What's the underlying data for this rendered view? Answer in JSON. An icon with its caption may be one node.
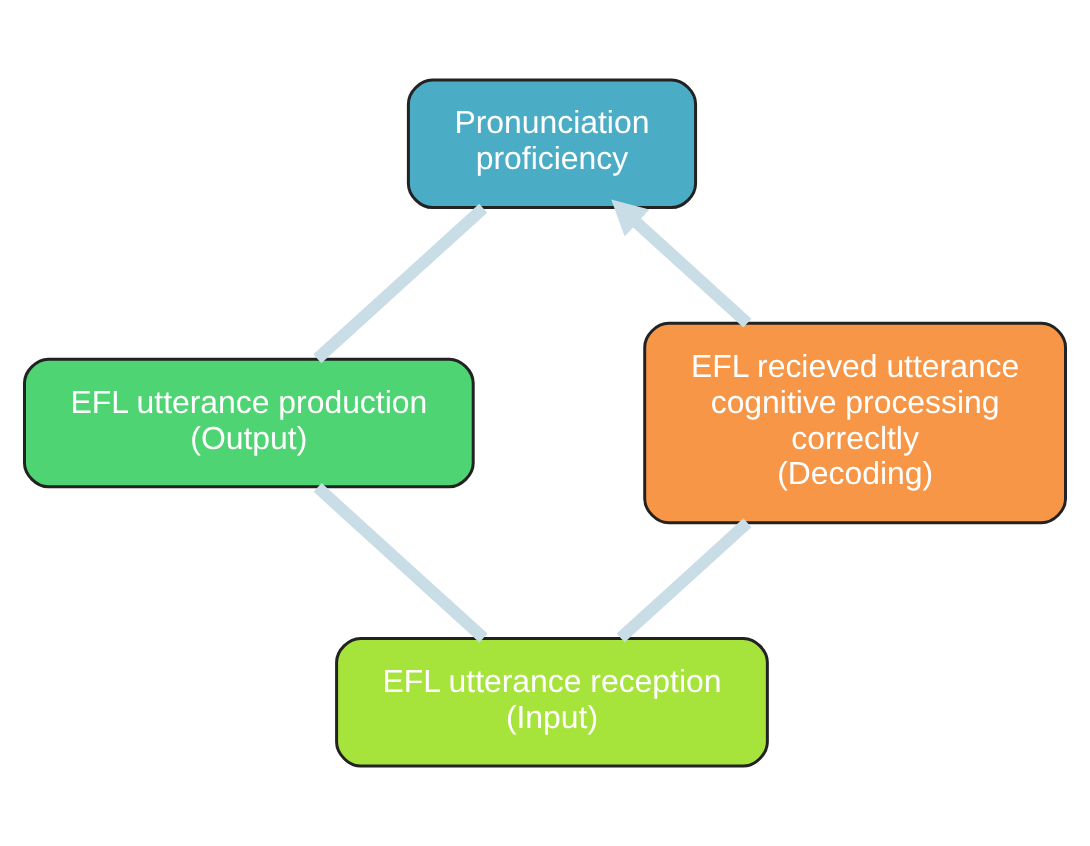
{
  "diagram": {
    "nodes": [
      {
        "text": [
          "Pronunciation proficiency"
        ]
      },
      {
        "text": [
          "EFL recieved utterance cognitive processing correcltly",
          "(Decoding)"
        ]
      },
      {
        "text": [
          "EFL utterance production",
          "(Output)"
        ]
      },
      {
        "text": [
          "EFL utterance reception",
          "(Input)"
        ]
      }
    ],
    "edges": [
      {
        "from": 0,
        "to": 2,
        "arrow": "none"
      },
      {
        "from": 2,
        "to": 3,
        "arrow": "none"
      },
      {
        "from": 3,
        "to": 1,
        "arrow": "none"
      },
      {
        "from": 1,
        "to": 0,
        "arrow": "to"
      }
    ]
  }
}
